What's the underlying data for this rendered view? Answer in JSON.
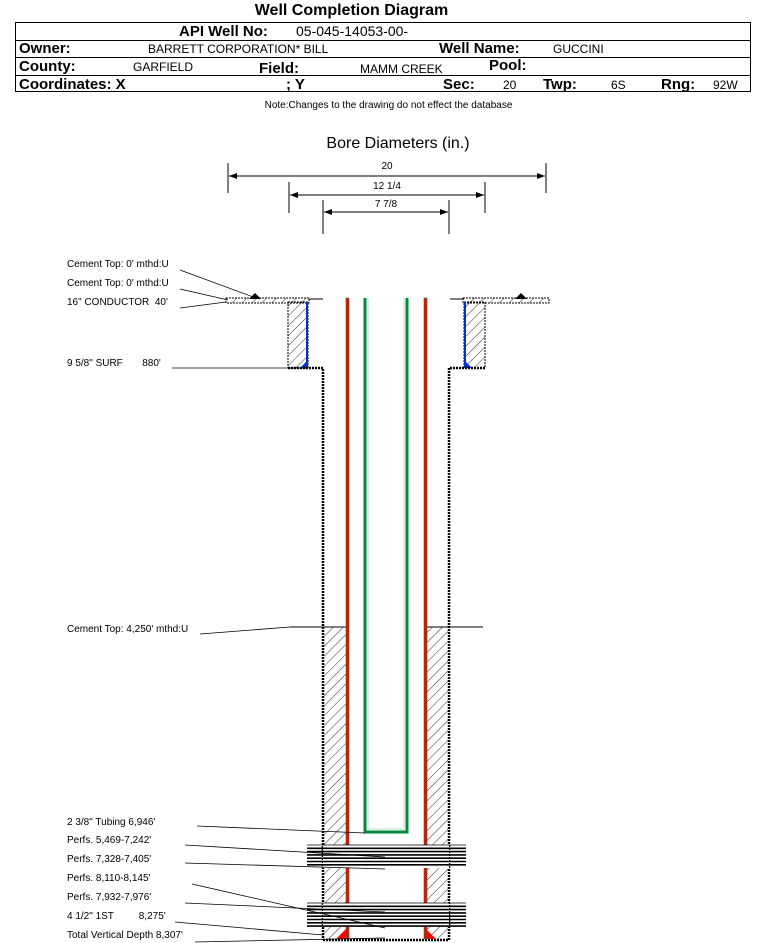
{
  "title": "Well Completion Diagram",
  "header": {
    "api_label": "API Well No:",
    "api_value": "05-045-14053-00-",
    "owner_label": "Owner:",
    "owner_value": "BARRETT CORPORATION* BILL",
    "well_name_label": "Well Name:",
    "well_name_value": "GUCCINI",
    "county_label": "County:",
    "county_value": "GARFIELD",
    "field_label": "Field:",
    "field_value": "MAMM CREEK",
    "pool_label": "Pool:",
    "coord_x_label": "Coordinates: X",
    "coord_y_label": "; Y",
    "sec_label": "Sec:",
    "sec_value": "20",
    "twp_label": "Twp:",
    "twp_value": "6S",
    "rng_label": "Rng:",
    "rng_value": "92W"
  },
  "note": "Note:Changes to the drawing do not effect the database",
  "diagram": {
    "bore_title": "Bore Diameters (in.)",
    "bores": [
      "20",
      "12 1/4",
      "7 7/8"
    ],
    "labels": {
      "cement_top_1": "Cement Top: 0' mthd:U",
      "cement_top_2": "Cement Top: 0' mthd:U",
      "conductor": "16\" CONDUCTOR  40'",
      "surface": "9 5/8\" SURF       880'",
      "cement_top_3": "Cement Top: 4,250' mthd:U",
      "tubing": "2 3/8\" Tubing 6,946'",
      "perfs_1": "Perfs. 5,469-7,242'",
      "perfs_2": "Perfs. 7,328-7,405'",
      "perfs_3": "Perfs. 8,110-8,145'",
      "perfs_4": "Perfs. 7,932-7,976'",
      "production": "4 1/2\" 1ST         8,275'",
      "tvd": "Total Vertical Depth 8,307'"
    },
    "colors": {
      "casing": "#ff0000",
      "tubing": "#008a3c",
      "cement_base": "#0033cc"
    }
  }
}
